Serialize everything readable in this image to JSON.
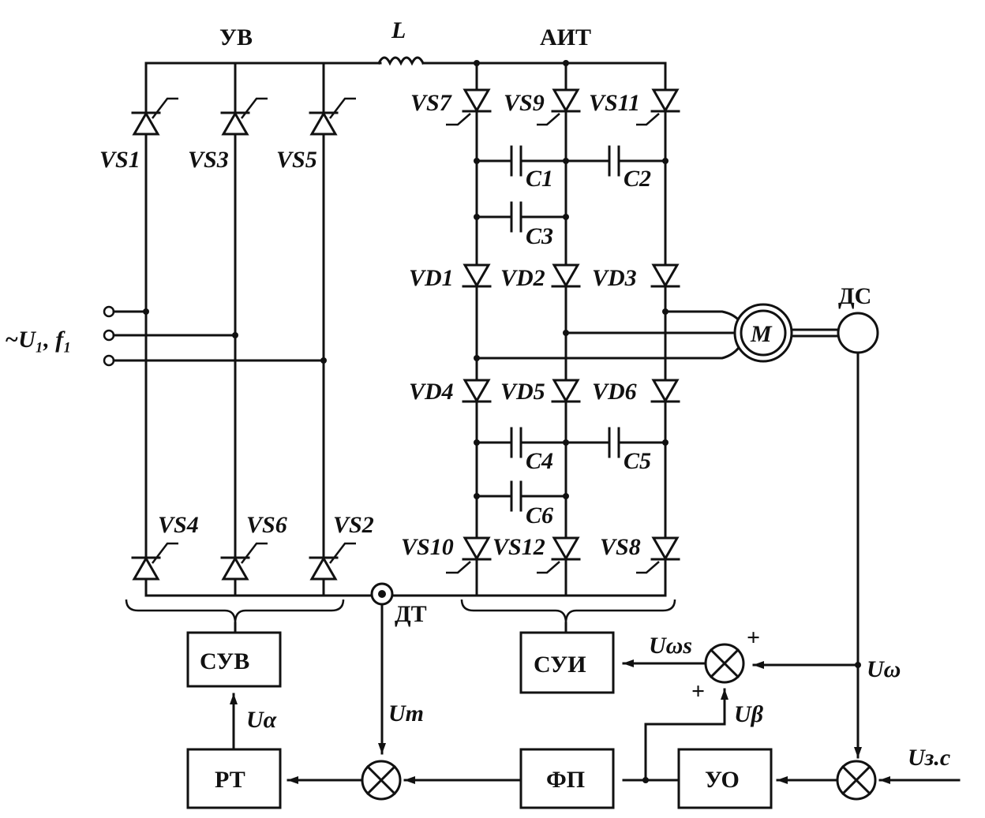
{
  "labels": {
    "uv": "УВ",
    "inductor": "L",
    "ait": "АИТ",
    "ds": "ДС",
    "dt": "ДТ",
    "supply": "~U₁, f₁",
    "motor": "M"
  },
  "rectifier_thyristors": {
    "upper": [
      "VS1",
      "VS3",
      "VS5"
    ],
    "lower": [
      "VS4",
      "VS6",
      "VS2"
    ]
  },
  "inverter_thyristors": {
    "upper": [
      "VS7",
      "VS9",
      "VS11"
    ],
    "lower": [
      "VS10",
      "VS12",
      "VS8"
    ]
  },
  "diodes": {
    "upper": [
      "VD1",
      "VD2",
      "VD3"
    ],
    "lower": [
      "VD4",
      "VD5",
      "VD6"
    ]
  },
  "capacitors": [
    "C1",
    "C2",
    "C3",
    "C4",
    "C5",
    "C6"
  ],
  "blocks": {
    "suv": "СУВ",
    "sui": "СУИ",
    "rt": "РТ",
    "fp": "ФП",
    "uo": "УО"
  },
  "signals": {
    "u_alpha": "Uα",
    "u_t": "Uт",
    "u_omega_s": "Uωs",
    "u_omega": "Uω",
    "u_beta": "Uβ",
    "u_zs": "Uз.с"
  },
  "signs": [
    "+",
    "+"
  ]
}
